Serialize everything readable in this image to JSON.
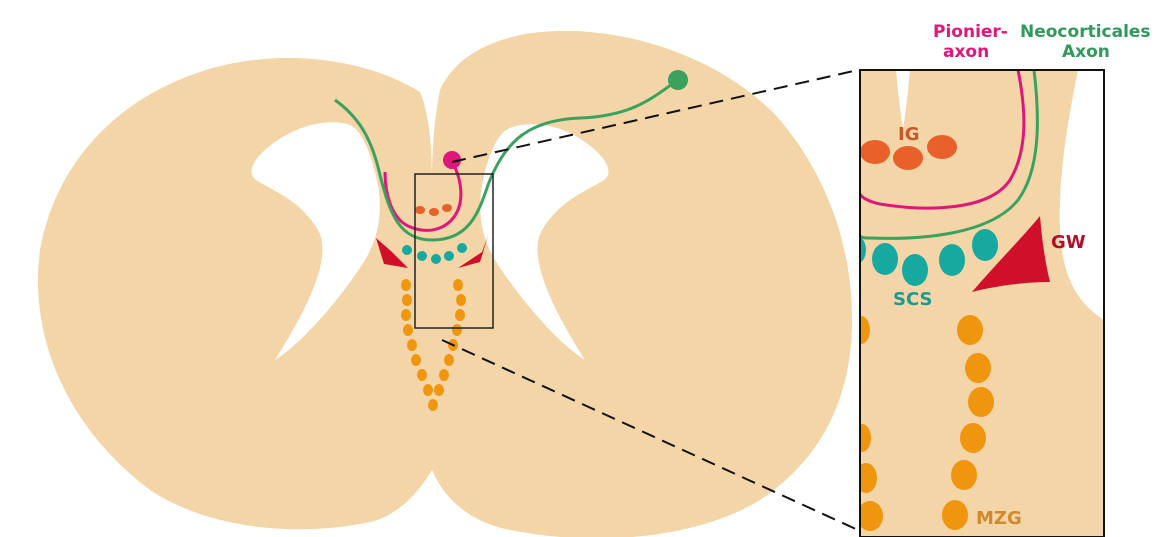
{
  "legend": {
    "pioneer_line1": "Pionier-",
    "pioneer_line2": "axon",
    "neocortical_line1": "Neocorticales",
    "neocortical_line2": "Axon"
  },
  "labels": {
    "ig": "IG",
    "gw": "GW",
    "scs": "SCS",
    "mzg": "MZG"
  },
  "colors": {
    "tissue": "#f3d5a7",
    "ventricle": "#ffffff",
    "pioneer_axon": "#e0177a",
    "neocortical_axon": "#3aa25e",
    "ig": "#e8602a",
    "gw": "#d0102a",
    "scs": "#16a9a0",
    "mzg": "#f0960e",
    "ig_label": "#c8572a",
    "scs_label": "#1a9a93",
    "mzg_label": "#d08a2a"
  }
}
